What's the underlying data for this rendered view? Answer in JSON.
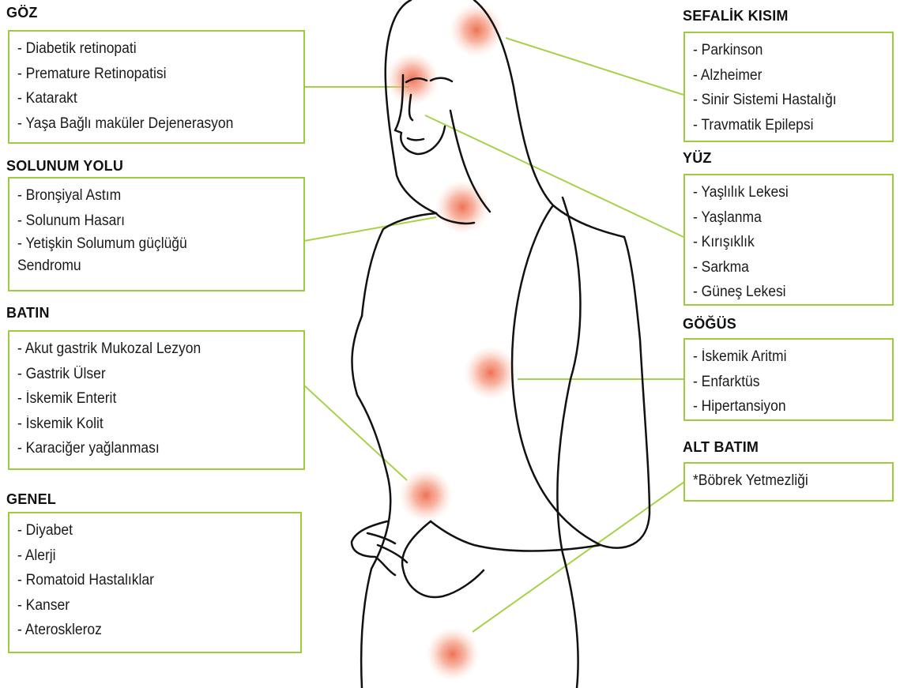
{
  "colors": {
    "accent": "#9ccb3b",
    "hotspot": "#f08060",
    "outline": "#111111"
  },
  "sections": {
    "goz": {
      "title": "GÖZ",
      "items": [
        "- Diabetik retinopati",
        "- Premature Retinopatisi",
        "- Katarakt",
        "- Yaşa Bağlı maküler Dejenerasyon"
      ]
    },
    "solunum": {
      "title": "SOLUNUM YOLU",
      "items": [
        "- Bronşiyal Astım",
        "- Solunum Hasarı",
        "- Yetişkin Solumum güçlüğü Sendromu"
      ]
    },
    "batin": {
      "title": "BATIN",
      "items": [
        "- Akut gastrik Mukozal Lezyon",
        "- Gastrik Ülser",
        "- İskemik Enterit",
        "- İskemik Kolit",
        "- Karaciğer yağlanması"
      ]
    },
    "genel": {
      "title": "GENEL",
      "items": [
        "- Diyabet",
        "- Alerji",
        "- Romatoid Hastalıklar",
        "- Kanser",
        "- Ateroskleroz"
      ]
    },
    "sefalik": {
      "title": "SEFALİK KISIM",
      "items": [
        "- Parkinson",
        "- Alzheimer",
        "- Sinir Sistemi Hastalığı",
        "- Travmatik Epilepsi"
      ]
    },
    "yuz": {
      "title": "YÜZ",
      "items": [
        "- Yaşlılık Lekesi",
        "- Yaşlanma",
        "- Kırışıklık",
        "- Sarkma",
        "- Güneş Lekesi"
      ]
    },
    "gogus": {
      "title": "GÖĞÜS",
      "items": [
        "- İskemik Aritmi",
        "- Enfarktüs",
        "- Hipertansiyon"
      ]
    },
    "alt_batim": {
      "title": "ALT BATIM",
      "items": [
        "*Böbrek Yetmezliği"
      ]
    }
  }
}
